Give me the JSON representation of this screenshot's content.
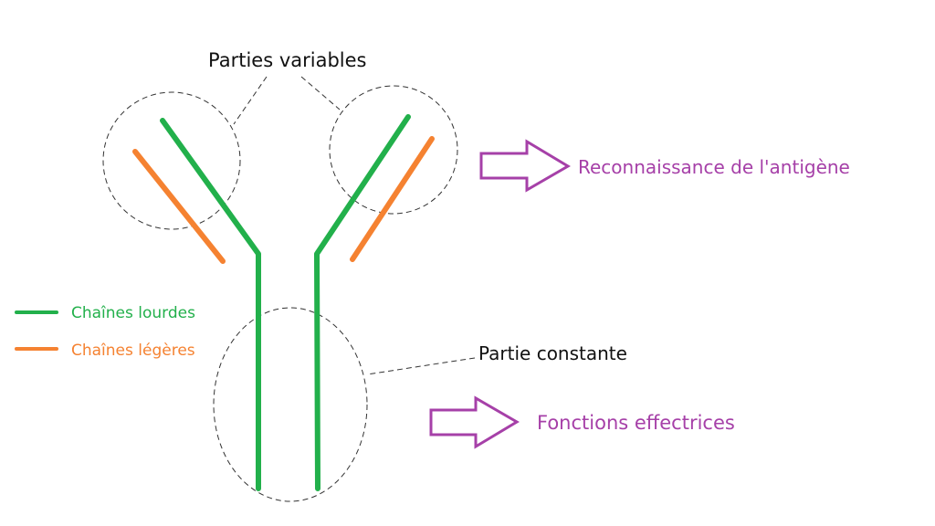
{
  "labels": {
    "variable_parts": "Parties variables",
    "constant_part": "Partie constante",
    "antigen_recognition": "Reconnaissance de l'antigène",
    "effector_functions": "Fonctions effectrices"
  },
  "legend": {
    "heavy_chains": "Chaînes lourdes",
    "light_chains": "Chaînes légères"
  },
  "colors": {
    "heavy_chain": "#22b04b",
    "light_chain": "#f58231",
    "arrow": "#a640a8",
    "outline": "#333333",
    "text": "#111111"
  }
}
